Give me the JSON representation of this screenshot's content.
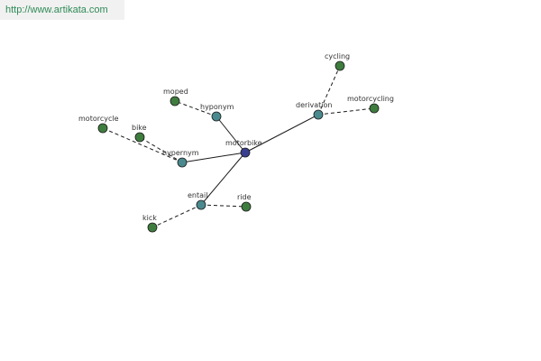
{
  "watermark": {
    "text": "http://www.artikata.com"
  },
  "colors": {
    "center": "#3a3f8f",
    "relation": "#4a8a8e",
    "term": "#3f7d3f",
    "edge": "#1a1a1a",
    "watermark_text": "#2e8b57"
  },
  "graph": {
    "nodes": [
      {
        "id": "motorbike",
        "label": "motorbike",
        "kind": "center"
      },
      {
        "id": "hyponym",
        "label": "hyponym",
        "kind": "relation"
      },
      {
        "id": "hypernym",
        "label": "hypernym",
        "kind": "relation"
      },
      {
        "id": "entail",
        "label": "entail",
        "kind": "relation"
      },
      {
        "id": "derivation",
        "label": "derivation",
        "kind": "relation"
      },
      {
        "id": "moped",
        "label": "moped",
        "kind": "term"
      },
      {
        "id": "motorcycle",
        "label": "motorcycle",
        "kind": "term"
      },
      {
        "id": "bike",
        "label": "bike",
        "kind": "term"
      },
      {
        "id": "ride",
        "label": "ride",
        "kind": "term"
      },
      {
        "id": "kick",
        "label": "kick",
        "kind": "term"
      },
      {
        "id": "cycling",
        "label": "cycling",
        "kind": "term"
      },
      {
        "id": "motorcycling",
        "label": "motorcycling",
        "kind": "term"
      }
    ],
    "edges": [
      {
        "from": "motorbike",
        "to": "hyponym",
        "style": "solid"
      },
      {
        "from": "motorbike",
        "to": "hypernym",
        "style": "solid"
      },
      {
        "from": "motorbike",
        "to": "entail",
        "style": "solid"
      },
      {
        "from": "motorbike",
        "to": "derivation",
        "style": "solid"
      },
      {
        "from": "hyponym",
        "to": "moped",
        "style": "dashed"
      },
      {
        "from": "hypernym",
        "to": "motorcycle",
        "style": "dashed"
      },
      {
        "from": "hypernym",
        "to": "bike",
        "style": "dashed"
      },
      {
        "from": "entail",
        "to": "ride",
        "style": "dashed"
      },
      {
        "from": "entail",
        "to": "kick",
        "style": "dashed"
      },
      {
        "from": "derivation",
        "to": "cycling",
        "style": "dashed"
      },
      {
        "from": "derivation",
        "to": "motorcycling",
        "style": "dashed"
      }
    ]
  }
}
